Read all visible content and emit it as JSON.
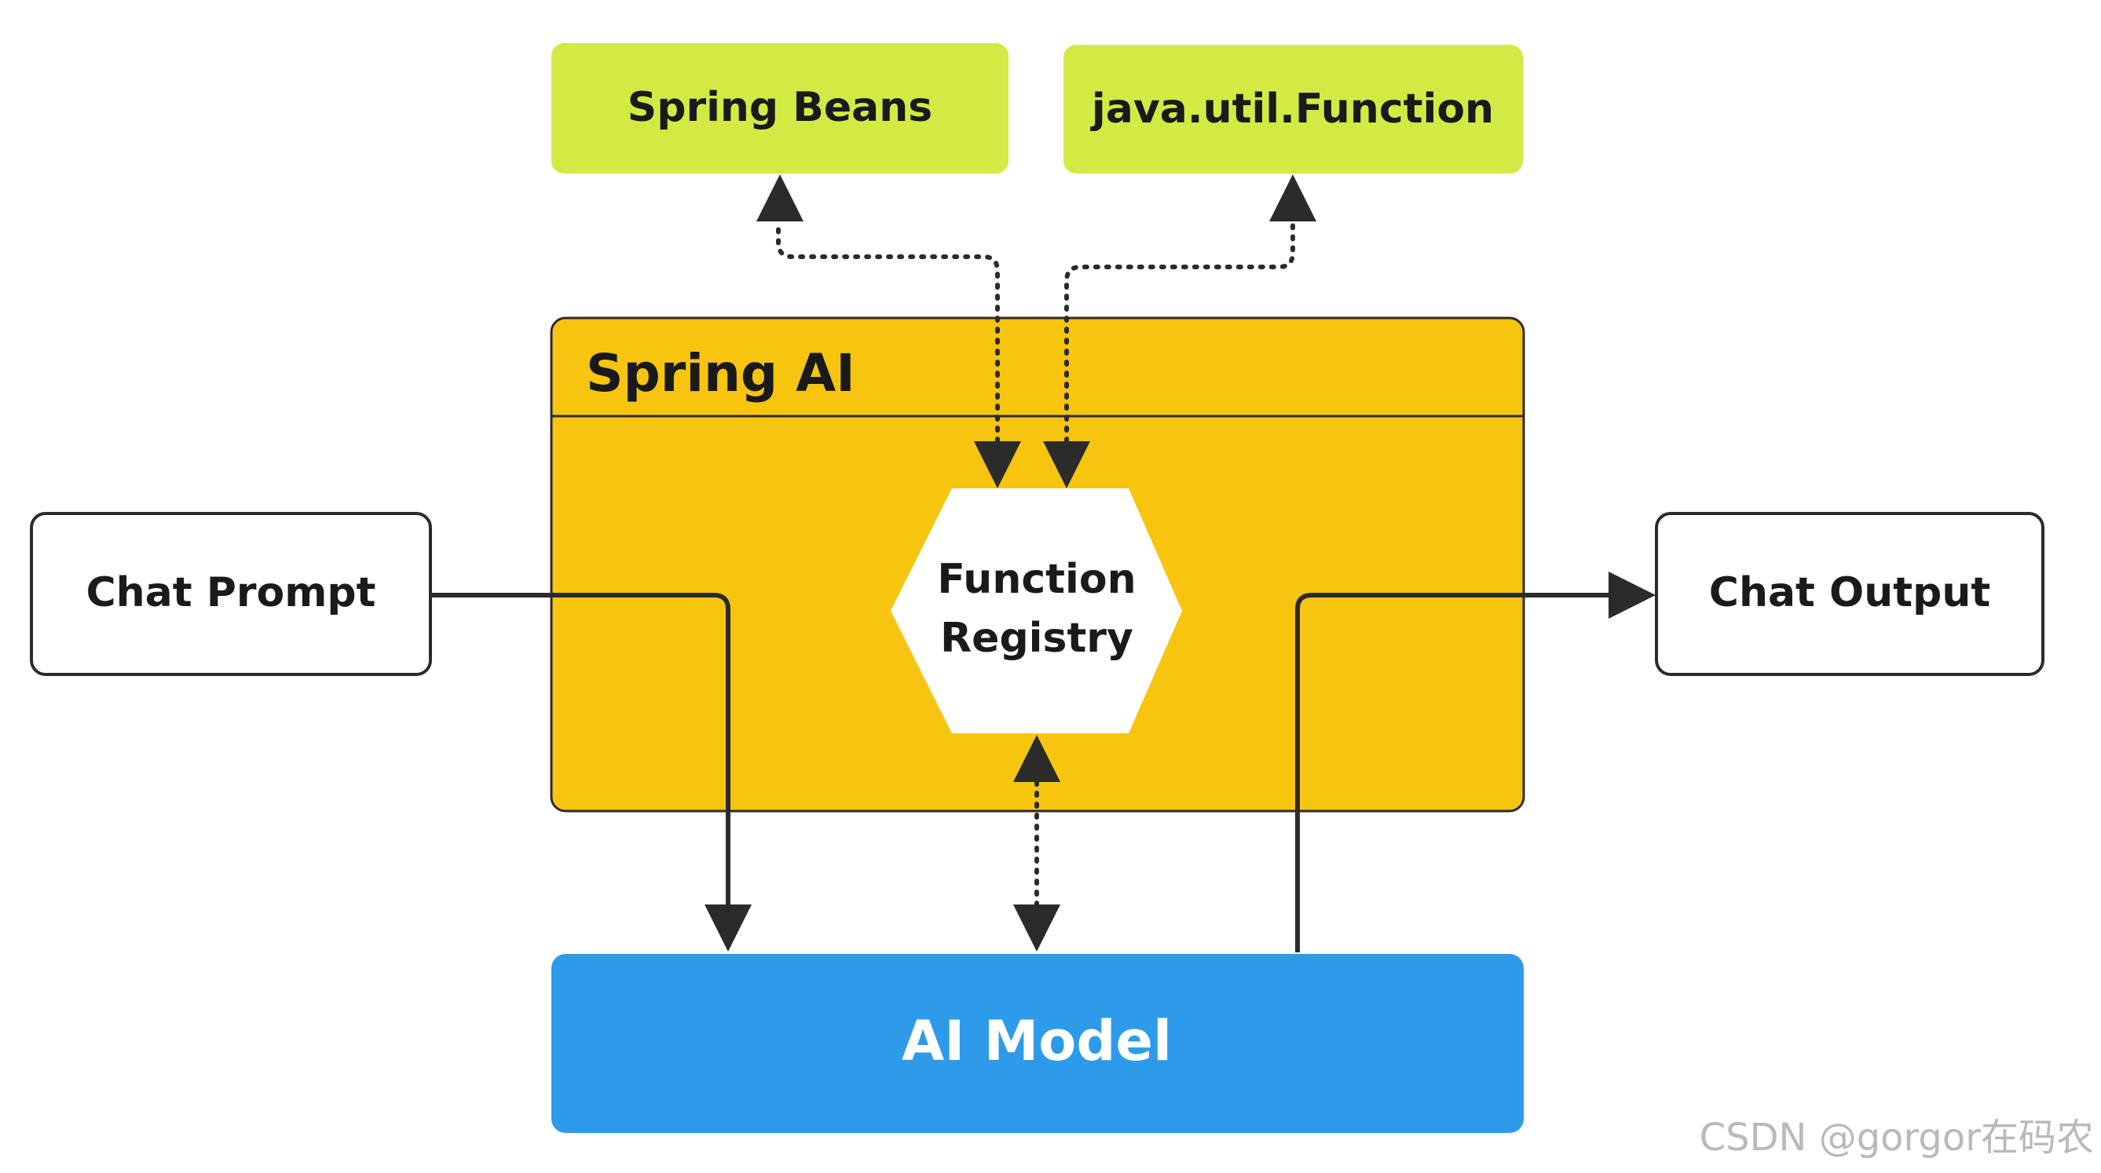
{
  "nodes": {
    "spring_beans": "Spring Beans",
    "java_util_function": "java.util.Function",
    "spring_ai": "Spring AI",
    "function_registry_line1": "Function",
    "function_registry_line2": "Registry",
    "chat_prompt": "Chat Prompt",
    "chat_output": "Chat Output",
    "ai_model": "AI Model"
  },
  "watermark": "CSDN @gorgor在码农",
  "colors": {
    "lime": "#d3ea44",
    "yellow": "#f7c510",
    "blue": "#2e9bea",
    "white": "#ffffff",
    "stroke": "#2b2b2b"
  }
}
